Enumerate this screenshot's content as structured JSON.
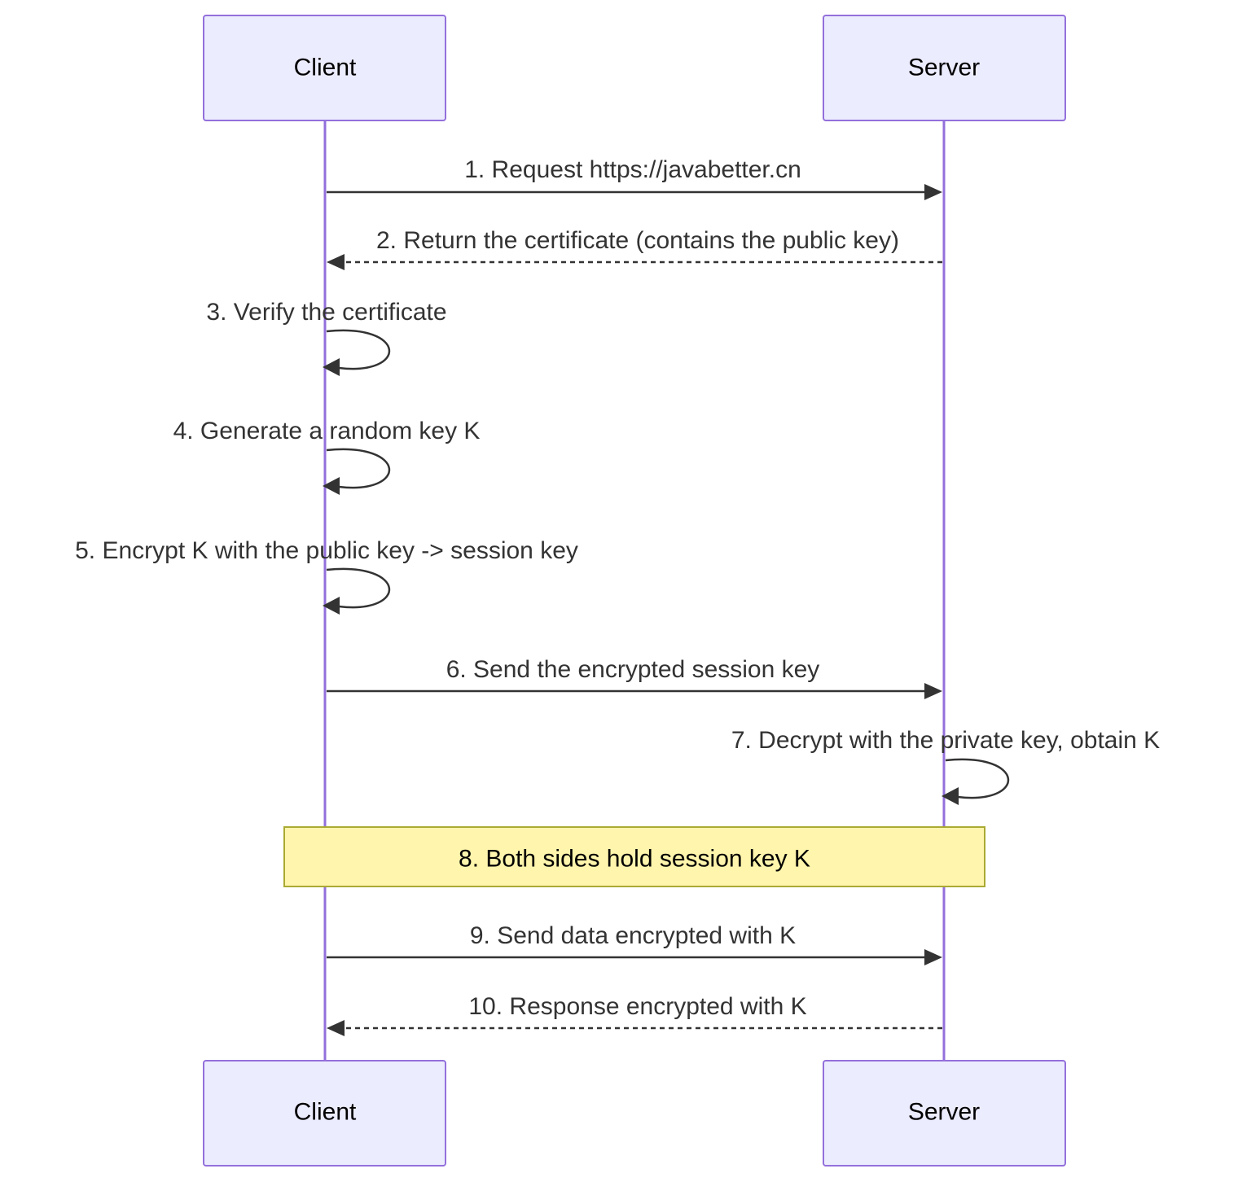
{
  "actors": {
    "client": "Client",
    "server": "Server"
  },
  "messages": [
    {
      "label": "1. Request https://javabetter.cn",
      "from": "client",
      "to": "server",
      "style": "solid"
    },
    {
      "label": "2. Return the certificate (contains the public key)",
      "from": "server",
      "to": "client",
      "style": "dashed"
    },
    {
      "label": "3. Verify the certificate",
      "from": "client",
      "to": "client",
      "style": "solid"
    },
    {
      "label": "4. Generate a random key K",
      "from": "client",
      "to": "client",
      "style": "solid"
    },
    {
      "label": "5. Encrypt K with the public key -> session key",
      "from": "client",
      "to": "client",
      "style": "solid"
    },
    {
      "label": "6. Send the encrypted session key",
      "from": "client",
      "to": "server",
      "style": "solid"
    },
    {
      "label": "7. Decrypt with the private key, obtain K",
      "from": "server",
      "to": "server",
      "style": "solid"
    },
    {
      "label": "9. Send data encrypted with K",
      "from": "client",
      "to": "server",
      "style": "solid"
    },
    {
      "label": "10. Response encrypted with K",
      "from": "server",
      "to": "client",
      "style": "dashed"
    }
  ],
  "note": {
    "label": "8. Both sides hold session key K",
    "over": [
      "client",
      "server"
    ]
  },
  "colors": {
    "actor_fill": "#ECECFF",
    "actor_stroke": "#9370DB",
    "lifeline": "#9370DB",
    "message": "#333333",
    "note_fill": "#FFF5AD",
    "note_stroke": "#AAAA33"
  }
}
